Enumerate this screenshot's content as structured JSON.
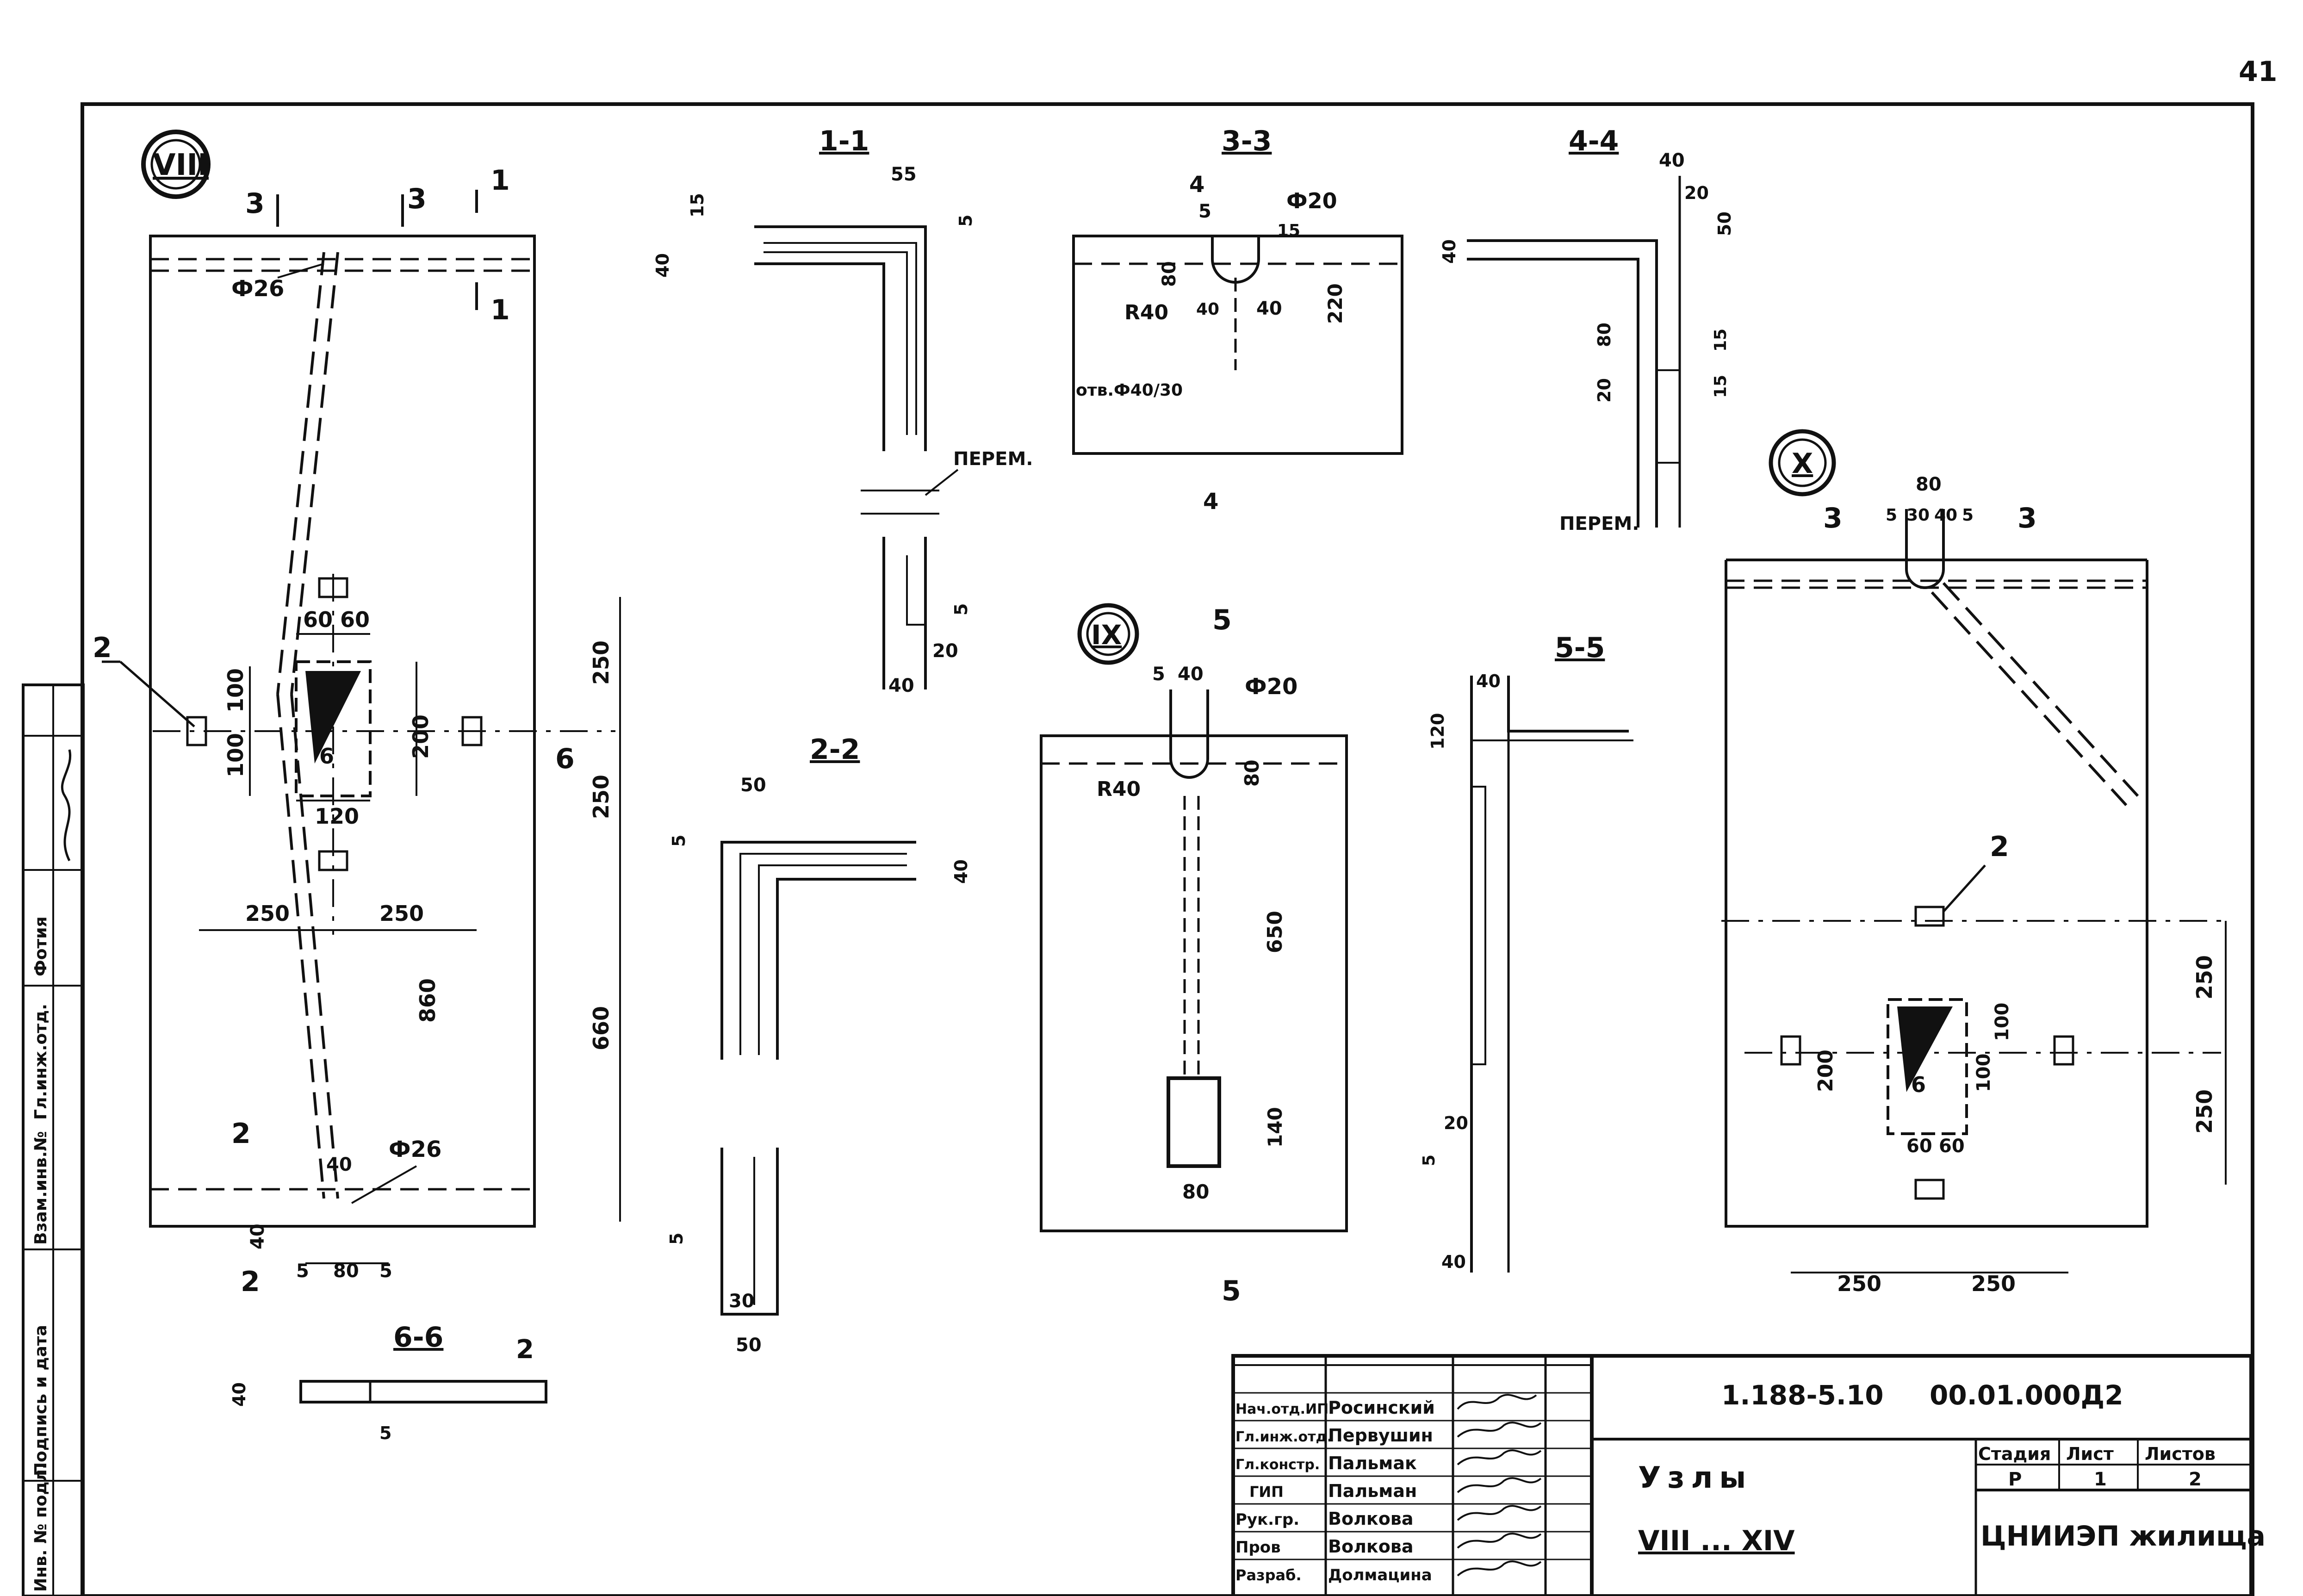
{
  "page_number": "41",
  "views": {
    "node_viii": {
      "label": "VIII",
      "sections": [
        "3",
        "3",
        "1",
        "1",
        "2",
        "2",
        "6"
      ],
      "callouts": {
        "hole_top": "Ф26",
        "hole_bottom": "Ф26",
        "item": "2"
      },
      "dims": [
        "60",
        "60",
        "100",
        "100",
        "6",
        "200",
        "120",
        "250",
        "250",
        "250",
        "250",
        "860",
        "660",
        "40",
        "40",
        "5",
        "80",
        "5"
      ]
    },
    "sec_1_1": {
      "title": "1-1",
      "dims": [
        "55",
        "15",
        "5",
        "40",
        "5",
        "20",
        "40"
      ],
      "note": "ПЕРЕМ."
    },
    "sec_2_2": {
      "title": "2-2",
      "dims": [
        "50",
        "5",
        "40",
        "5",
        "30",
        "50"
      ]
    },
    "sec_3_3": {
      "title": "3-3",
      "dims": [
        "4",
        "Ф20",
        "5",
        "15",
        "80",
        "220",
        "R40",
        "40",
        "40",
        "отв.Ф40/30",
        "4"
      ]
    },
    "sec_4_4": {
      "title": "4-4",
      "dims": [
        "40",
        "20",
        "40",
        "50",
        "80",
        "15",
        "20",
        "15"
      ],
      "note": "ПЕРЕМ."
    },
    "node_ix": {
      "label": "IX",
      "section": "5",
      "dims": [
        "5",
        "40",
        "Ф20",
        "R40",
        "80",
        "650",
        "140",
        "80"
      ],
      "section_bottom": "5"
    },
    "sec_5_5": {
      "title": "5-5",
      "dims": [
        "40",
        "120",
        "20",
        "5",
        "40"
      ]
    },
    "node_x": {
      "label": "X",
      "sections": [
        "3",
        "3"
      ],
      "dims": [
        "80",
        "5",
        "30",
        "40",
        "5",
        "200",
        "100",
        "100",
        "60",
        "60",
        "6",
        "250",
        "250",
        "250",
        "250"
      ],
      "callout": "2"
    },
    "sec_6_6": {
      "title": "6-6",
      "dims": [
        "40",
        "5"
      ],
      "callout": "2"
    }
  },
  "side_stamp": {
    "cells": [
      "Инв. № подл.",
      "Подпись и дата",
      "Взам.инв.№",
      "Гл.инж.отд.",
      "Фотия"
    ]
  },
  "title_block": {
    "code": "1.188-5.10",
    "doc_number": "00.01.000Д2",
    "drawing_title": "Узлы",
    "drawing_subtitle": "VIII ... XIV",
    "stage_header": "Стадия",
    "sheet_header": "Лист",
    "sheets_header": "Листов",
    "stage_value": "Р",
    "sheet_value": "1",
    "sheets_value": "2",
    "organization": "ЦНИИЭП жилища",
    "staff": [
      {
        "role": "Нач.отд.ИП",
        "name": "Росинский"
      },
      {
        "role": "Гл.инж.отд.",
        "name": "Первушин"
      },
      {
        "role": "Гл.констр.",
        "name": "Пальмак"
      },
      {
        "role": "ГИП",
        "name": "Пальман"
      },
      {
        "role": "Рук.гр.",
        "name": "Волкова"
      },
      {
        "role": "Пров",
        "name": "Волкова"
      },
      {
        "role": "Разраб.",
        "name": "Долмацина"
      }
    ]
  }
}
